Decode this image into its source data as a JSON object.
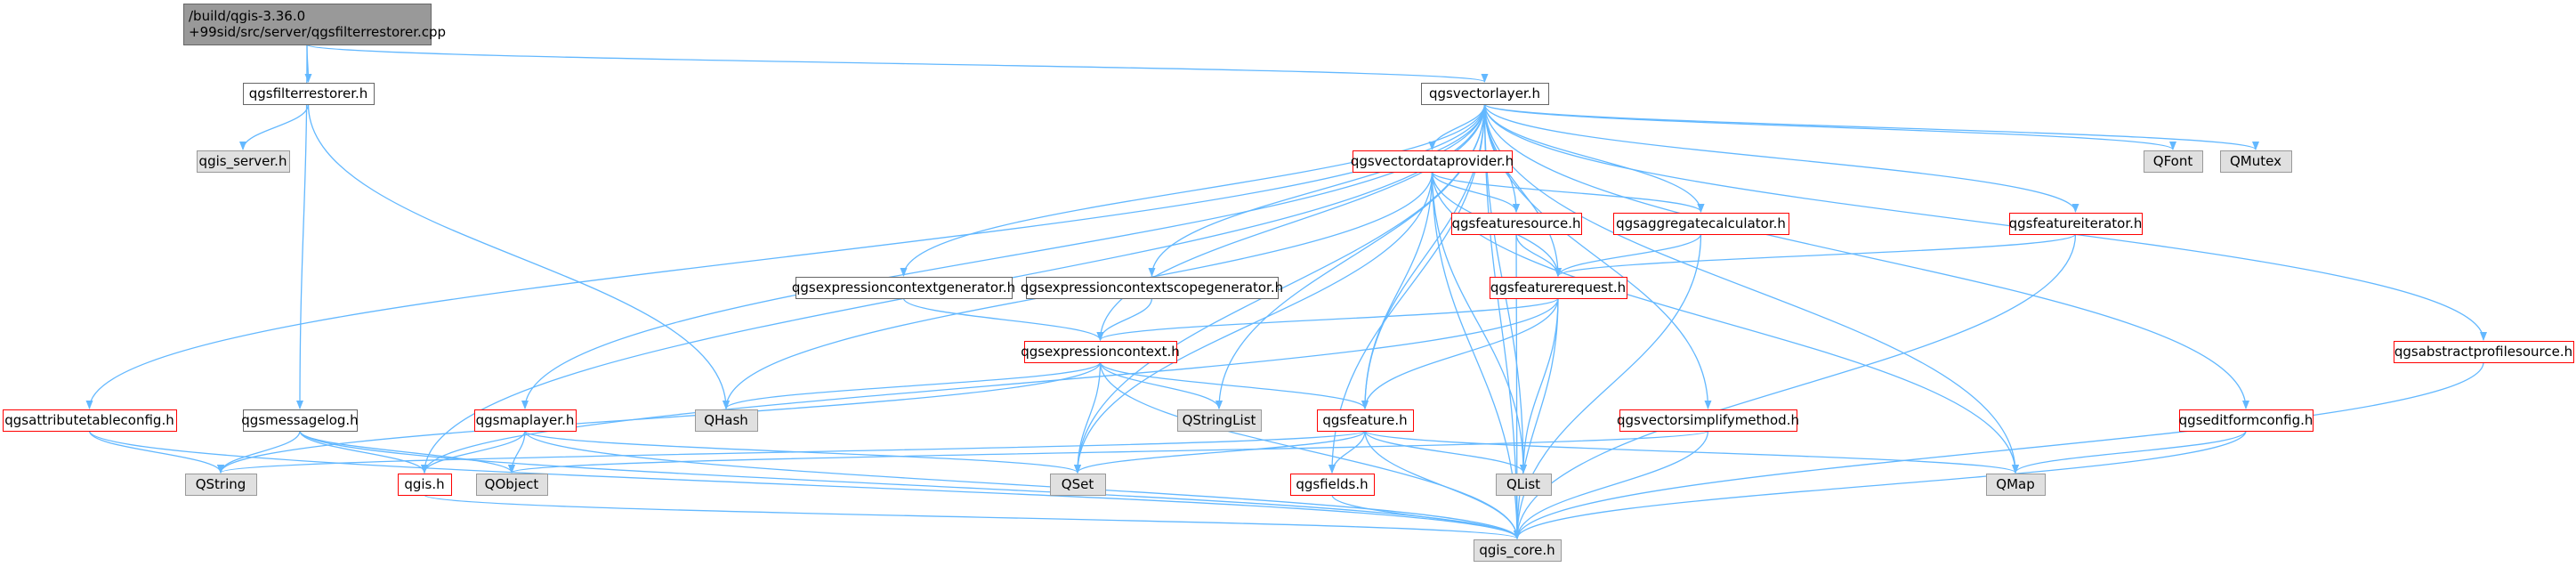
{
  "colors": {
    "edge": "#63b8ff",
    "root_fill": "#999999",
    "root_border": "#666666",
    "plain_fill": "#ffffff",
    "plain_border": "#666666",
    "plain_text": "#000000",
    "red_border": "#ff0000",
    "red_text": "#000000",
    "gray_fill": "#e0e0e0",
    "gray_border": "#999999",
    "gray_text": "#000000"
  },
  "nodes": [
    {
      "id": "root",
      "lines": [
        "/build/qgis-3.36.0",
        "+99sid/src/server/qgsfilterrestorer.cpp"
      ],
      "style": "root"
    },
    {
      "id": "qgsfilterrestorer",
      "lines": [
        "qgsfilterrestorer.h"
      ],
      "style": "plain"
    },
    {
      "id": "qgsvectorlayer",
      "lines": [
        "qgsvectorlayer.h"
      ],
      "style": "plain"
    },
    {
      "id": "qgis_server",
      "lines": [
        "qgis_server.h"
      ],
      "style": "gray"
    },
    {
      "id": "qgsvectordataprovider",
      "lines": [
        "qgsvectordataprovider.h"
      ],
      "style": "red"
    },
    {
      "id": "QFont",
      "lines": [
        "QFont"
      ],
      "style": "gray"
    },
    {
      "id": "QMutex",
      "lines": [
        "QMutex"
      ],
      "style": "gray"
    },
    {
      "id": "qgsfeaturesource",
      "lines": [
        "qgsfeaturesource.h"
      ],
      "style": "red"
    },
    {
      "id": "qgsaggregatecalculator",
      "lines": [
        "qgsaggregatecalculator.h"
      ],
      "style": "red"
    },
    {
      "id": "qgsfeatureiterator",
      "lines": [
        "qgsfeatureiterator.h"
      ],
      "style": "red"
    },
    {
      "id": "qgsexpressioncontextgenerator",
      "lines": [
        "qgsexpressioncontextgenerator.h"
      ],
      "style": "plain"
    },
    {
      "id": "qgsexpressioncontextscopegenerator",
      "lines": [
        "qgsexpressioncontextscopegenerator.h"
      ],
      "style": "plain"
    },
    {
      "id": "qgsfeaturerequest",
      "lines": [
        "qgsfeaturerequest.h"
      ],
      "style": "red"
    },
    {
      "id": "qgsexpressioncontext",
      "lines": [
        "qgsexpressioncontext.h"
      ],
      "style": "red"
    },
    {
      "id": "qgsabstractprofilesource",
      "lines": [
        "qgsabstractprofilesource.h"
      ],
      "style": "red"
    },
    {
      "id": "qgsattributetableconfig",
      "lines": [
        "qgsattributetableconfig.h"
      ],
      "style": "red"
    },
    {
      "id": "qgsmessagelog",
      "lines": [
        "qgsmessagelog.h"
      ],
      "style": "plain"
    },
    {
      "id": "QHash",
      "lines": [
        "QHash"
      ],
      "style": "gray"
    },
    {
      "id": "qgsmaplayer",
      "lines": [
        "qgsmaplayer.h"
      ],
      "style": "red"
    },
    {
      "id": "QStringList",
      "lines": [
        "QStringList"
      ],
      "style": "gray"
    },
    {
      "id": "qgsfeature",
      "lines": [
        "qgsfeature.h"
      ],
      "style": "red"
    },
    {
      "id": "qgsvectorsimplifymethod",
      "lines": [
        "qgsvectorsimplifymethod.h"
      ],
      "style": "red"
    },
    {
      "id": "qgseditformconfig",
      "lines": [
        "qgseditformconfig.h"
      ],
      "style": "red"
    },
    {
      "id": "QString",
      "lines": [
        "QString"
      ],
      "style": "gray"
    },
    {
      "id": "qgis",
      "lines": [
        "qgis.h"
      ],
      "style": "red"
    },
    {
      "id": "QObject",
      "lines": [
        "QObject"
      ],
      "style": "gray"
    },
    {
      "id": "QSet",
      "lines": [
        "QSet"
      ],
      "style": "gray"
    },
    {
      "id": "qgsfields",
      "lines": [
        "qgsfields.h"
      ],
      "style": "red"
    },
    {
      "id": "QList",
      "lines": [
        "QList"
      ],
      "style": "gray"
    },
    {
      "id": "QMap",
      "lines": [
        "QMap"
      ],
      "style": "gray"
    },
    {
      "id": "qgis_core",
      "lines": [
        "qgis_core.h"
      ],
      "style": "gray"
    }
  ],
  "edges": [
    [
      "root",
      "qgsfilterrestorer"
    ],
    [
      "root",
      "qgsvectorlayer"
    ],
    [
      "root",
      "qgsmessagelog"
    ],
    [
      "qgsfilterrestorer",
      "qgis_server"
    ],
    [
      "qgsfilterrestorer",
      "QHash"
    ],
    [
      "qgsvectorlayer",
      "qgsvectordataprovider"
    ],
    [
      "qgsvectorlayer",
      "QFont"
    ],
    [
      "qgsvectorlayer",
      "QMutex"
    ],
    [
      "qgsvectorlayer",
      "qgsfeaturesource"
    ],
    [
      "qgsvectorlayer",
      "qgsaggregatecalculator"
    ],
    [
      "qgsvectorlayer",
      "qgsfeatureiterator"
    ],
    [
      "qgsvectorlayer",
      "qgsexpressioncontextgenerator"
    ],
    [
      "qgsvectorlayer",
      "qgsexpressioncontextscopegenerator"
    ],
    [
      "qgsvectorlayer",
      "qgsfeaturerequest"
    ],
    [
      "qgsvectorlayer",
      "qgsexpressioncontext"
    ],
    [
      "qgsvectorlayer",
      "qgsabstractprofilesource"
    ],
    [
      "qgsvectorlayer",
      "qgsattributetableconfig"
    ],
    [
      "qgsvectorlayer",
      "qgsmaplayer"
    ],
    [
      "qgsvectorlayer",
      "QStringList"
    ],
    [
      "qgsvectorlayer",
      "qgsfeature"
    ],
    [
      "qgsvectorlayer",
      "qgsvectorsimplifymethod"
    ],
    [
      "qgsvectorlayer",
      "qgseditformconfig"
    ],
    [
      "qgsvectorlayer",
      "qgis"
    ],
    [
      "qgsvectorlayer",
      "QSet"
    ],
    [
      "qgsvectorlayer",
      "qgsfields"
    ],
    [
      "qgsvectorlayer",
      "QList"
    ],
    [
      "qgsvectorlayer",
      "QMap"
    ],
    [
      "qgsvectorlayer",
      "qgis_core"
    ],
    [
      "qgsvectordataprovider",
      "qgsfeaturesource"
    ],
    [
      "qgsvectordataprovider",
      "qgsaggregatecalculator"
    ],
    [
      "qgsvectordataprovider",
      "qgsfeaturerequest"
    ],
    [
      "qgsvectordataprovider",
      "QHash"
    ],
    [
      "qgsvectordataprovider",
      "qgsfeature"
    ],
    [
      "qgsvectordataprovider",
      "QSet"
    ],
    [
      "qgsvectordataprovider",
      "QList"
    ],
    [
      "qgsvectordataprovider",
      "QMap"
    ],
    [
      "qgsvectordataprovider",
      "qgis_core"
    ],
    [
      "qgsfeaturesource",
      "qgsfeaturerequest"
    ],
    [
      "qgsfeaturesource",
      "qgis_core"
    ],
    [
      "qgsaggregatecalculator",
      "qgsfeaturerequest"
    ],
    [
      "qgsaggregatecalculator",
      "qgis_core"
    ],
    [
      "qgsfeatureiterator",
      "qgsfeaturerequest"
    ],
    [
      "qgsfeatureiterator",
      "qgis_core"
    ],
    [
      "qgsexpressioncontextgenerator",
      "qgsexpressioncontext"
    ],
    [
      "qgsexpressioncontextscopegenerator",
      "qgsexpressioncontext"
    ],
    [
      "qgsfeaturerequest",
      "qgsexpressioncontext"
    ],
    [
      "qgsfeaturerequest",
      "qgsfeature"
    ],
    [
      "qgsfeaturerequest",
      "qgis"
    ],
    [
      "qgsfeaturerequest",
      "QList"
    ],
    [
      "qgsfeaturerequest",
      "qgis_core"
    ],
    [
      "qgsexpressioncontext",
      "QHash"
    ],
    [
      "qgsexpressioncontext",
      "QStringList"
    ],
    [
      "qgsexpressioncontext",
      "qgsfeature"
    ],
    [
      "qgsexpressioncontext",
      "QString"
    ],
    [
      "qgsexpressioncontext",
      "QSet"
    ],
    [
      "qgsexpressioncontext",
      "qgis_core"
    ],
    [
      "qgsabstractprofilesource",
      "qgis_core"
    ],
    [
      "qgsattributetableconfig",
      "QString"
    ],
    [
      "qgsattributetableconfig",
      "qgis_core"
    ],
    [
      "qgsmessagelog",
      "QString"
    ],
    [
      "qgsmessagelog",
      "QObject"
    ],
    [
      "qgsmessagelog",
      "qgis"
    ],
    [
      "qgsmessagelog",
      "qgis_core"
    ],
    [
      "qgsmaplayer",
      "QObject"
    ],
    [
      "qgsmaplayer",
      "qgis"
    ],
    [
      "qgsmaplayer",
      "QSet"
    ],
    [
      "qgsmaplayer",
      "qgis_core"
    ],
    [
      "qgsfeature",
      "qgsfields"
    ],
    [
      "qgsfeature",
      "QSet"
    ],
    [
      "qgsfeature",
      "QList"
    ],
    [
      "qgsfeature",
      "QMap"
    ],
    [
      "qgsfeature",
      "QString"
    ],
    [
      "qgsfeature",
      "qgis_core"
    ],
    [
      "qgsvectorsimplifymethod",
      "QObject"
    ],
    [
      "qgsvectorsimplifymethod",
      "qgis_core"
    ],
    [
      "qgseditformconfig",
      "QMap"
    ],
    [
      "qgseditformconfig",
      "qgis_core"
    ],
    [
      "qgis",
      "qgis_core"
    ],
    [
      "qgsfields",
      "qgis_core"
    ]
  ]
}
